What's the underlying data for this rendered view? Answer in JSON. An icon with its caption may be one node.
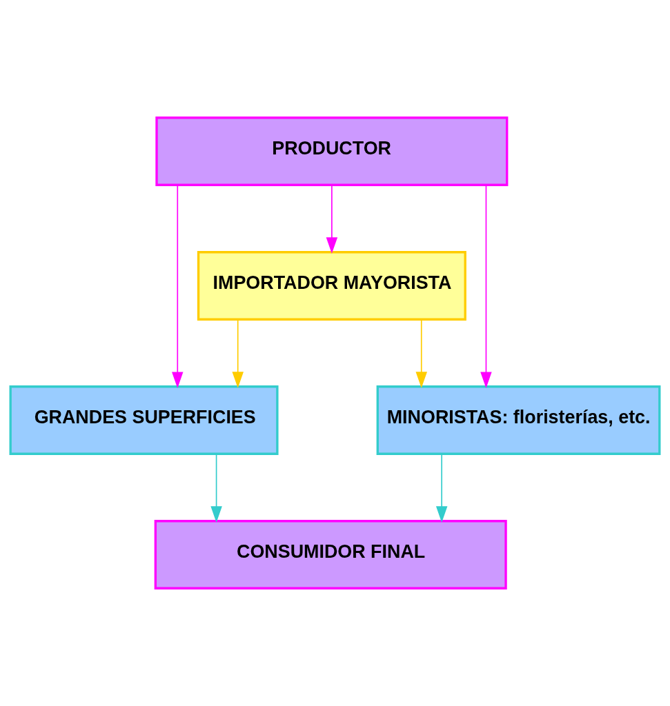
{
  "diagram": {
    "nodes": [
      {
        "text": [
          "PRODUCTOR"
        ]
      },
      {
        "text": [
          "IMPORTADOR MAYORISTA"
        ]
      },
      {
        "text": [
          "GRANDES SUPERFICIES"
        ]
      },
      {
        "text": [
          "MINORISTAS: floristerías, etc."
        ]
      },
      {
        "text": [
          "CONSUMIDOR FINAL"
        ]
      }
    ],
    "edges": [
      {
        "from": 0,
        "to": 1,
        "arrow": "to",
        "color": "#ff00ff"
      },
      {
        "from": 1,
        "to": 2,
        "arrow": "to",
        "color": "#ffcc00"
      },
      {
        "from": 1,
        "to": 3,
        "arrow": "to",
        "color": "#ffcc00"
      },
      {
        "from": 0,
        "to": 2,
        "arrow": "to",
        "color": "#ff00ff"
      },
      {
        "from": 0,
        "to": 3,
        "arrow": "to",
        "color": "#ff00ff"
      },
      {
        "from": 2,
        "to": 4,
        "arrow": "to",
        "color": "#33cccc"
      },
      {
        "from": 3,
        "to": 4,
        "arrow": "to",
        "color": "#33cccc"
      }
    ]
  }
}
